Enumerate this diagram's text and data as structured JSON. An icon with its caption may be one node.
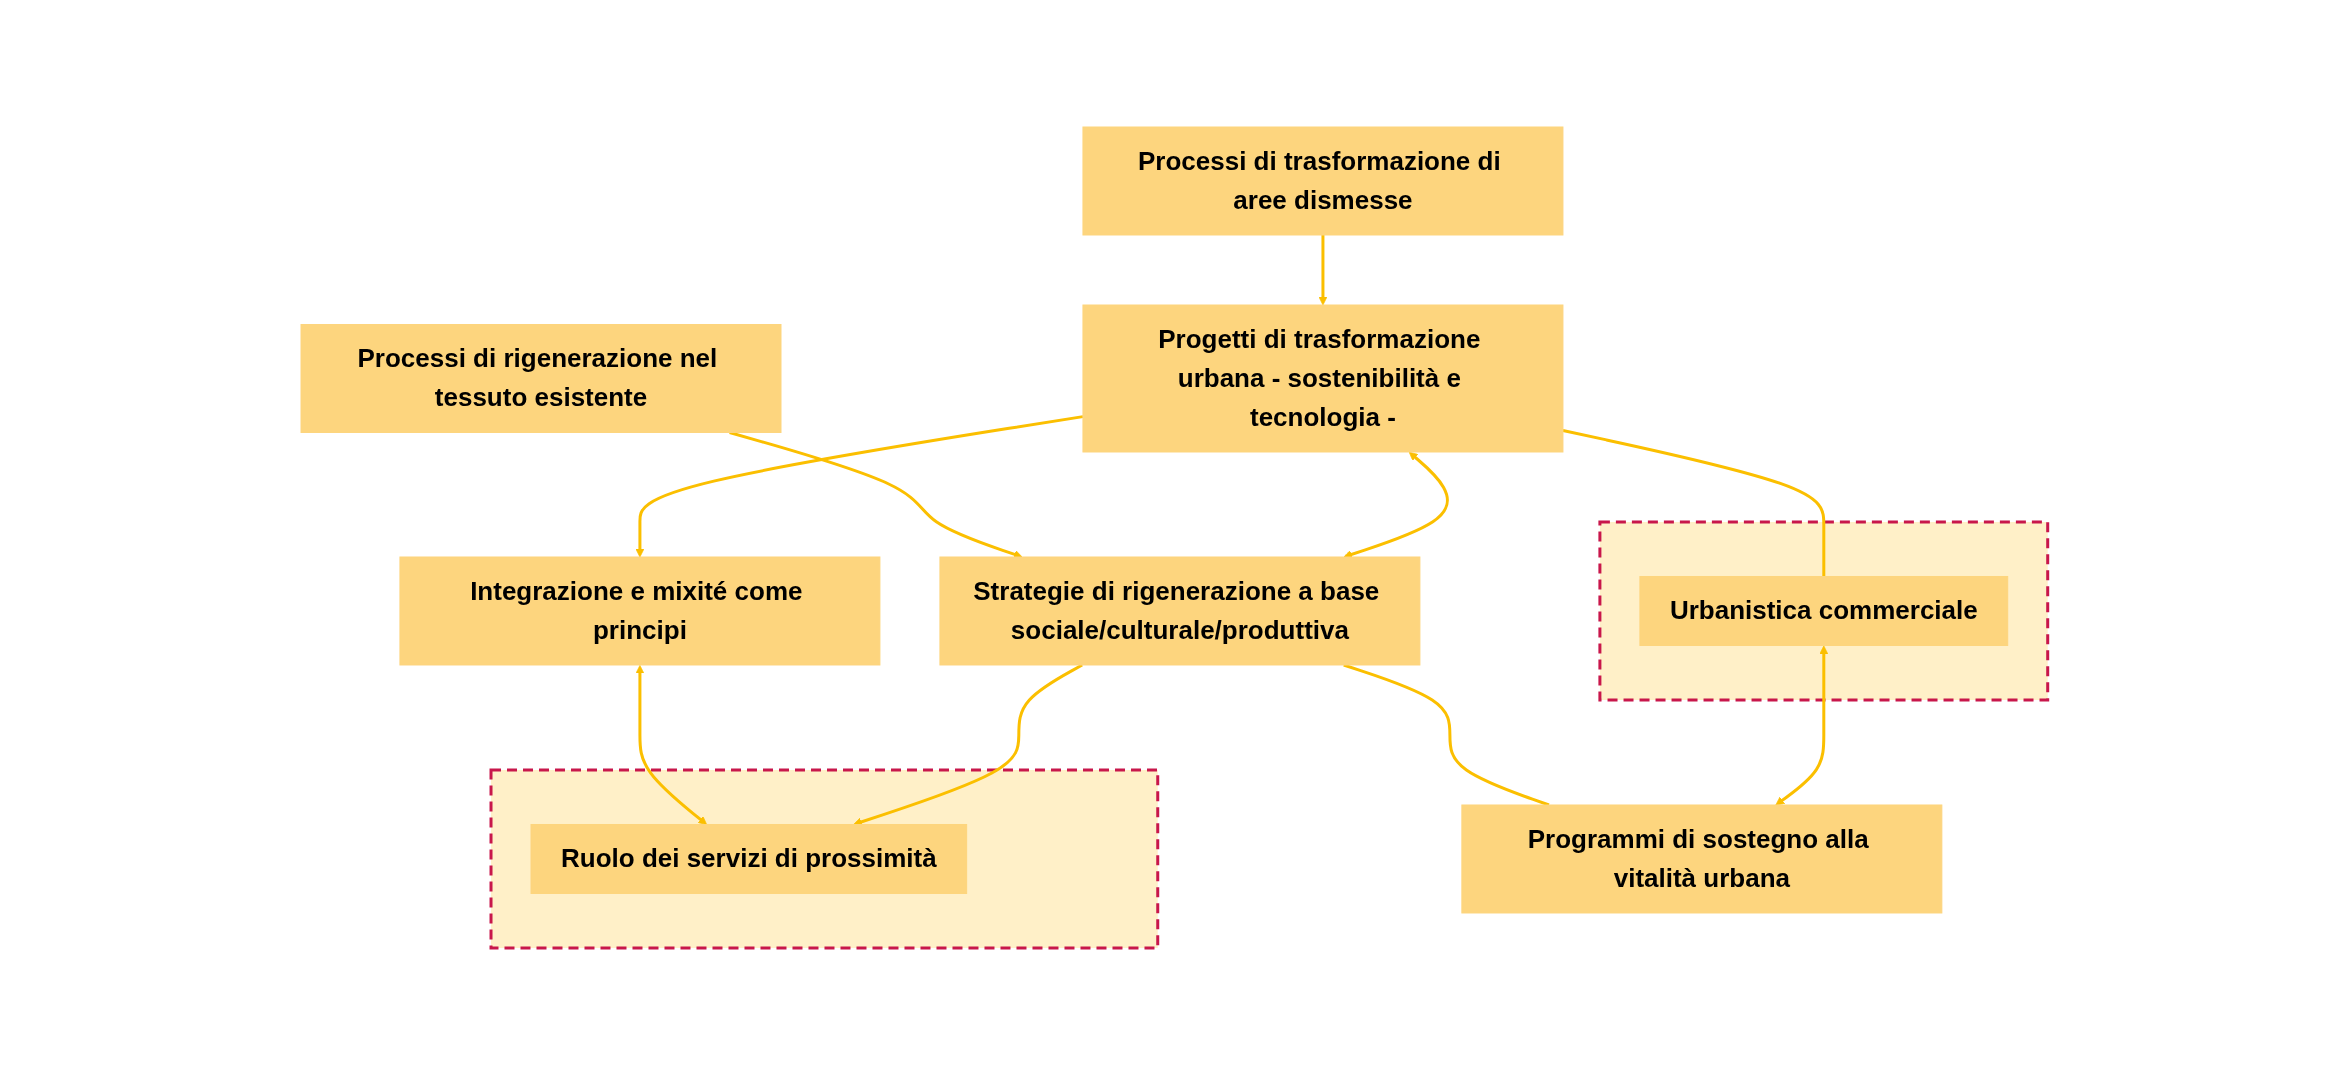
{
  "diagram": {
    "nodes": [
      {
        "text": [
          "Processi di trasformazione di aree dismesse"
        ]
      },
      {
        "text": [
          "Processi di rigenerazione nel tessuto esistente"
        ]
      },
      {
        "text": [
          "Progetti di trasformazione urbana - sostenibilità e tecnologia -"
        ]
      },
      {
        "text": [
          "Strategie di rigenerazione a base sociale/culturale/produttiva"
        ]
      },
      {
        "text": [],
        "shape": "box"
      },
      {
        "text": [],
        "shape": "box"
      },
      {
        "text": [
          "Integrazione e mixité come principi"
        ]
      },
      {
        "text": [
          "Ruolo dei servizi di prossimità"
        ],
        "in": 5
      },
      {
        "text": [
          "Urbanistica commerciale"
        ],
        "in": 4
      },
      {
        "text": [
          "Programmi di sostegno alla vitalità urbana"
        ]
      }
    ],
    "edges": [
      {
        "from": 0,
        "to": 2,
        "arrow": "to"
      },
      {
        "from": 1,
        "to": 3,
        "arrow": "to"
      },
      {
        "from": 2,
        "to": 3,
        "arrow": "both"
      },
      {
        "from": 2,
        "to": 6,
        "arrow": "to"
      },
      {
        "from": 2,
        "to": 8,
        "arrow": "none"
      },
      {
        "from": 6,
        "to": 7,
        "arrow": "both"
      },
      {
        "from": 3,
        "to": 7,
        "arrow": "to"
      },
      {
        "from": 3,
        "to": 9,
        "arrow": "none"
      },
      {
        "from": 8,
        "to": 9,
        "arrow": "both"
      }
    ]
  }
}
